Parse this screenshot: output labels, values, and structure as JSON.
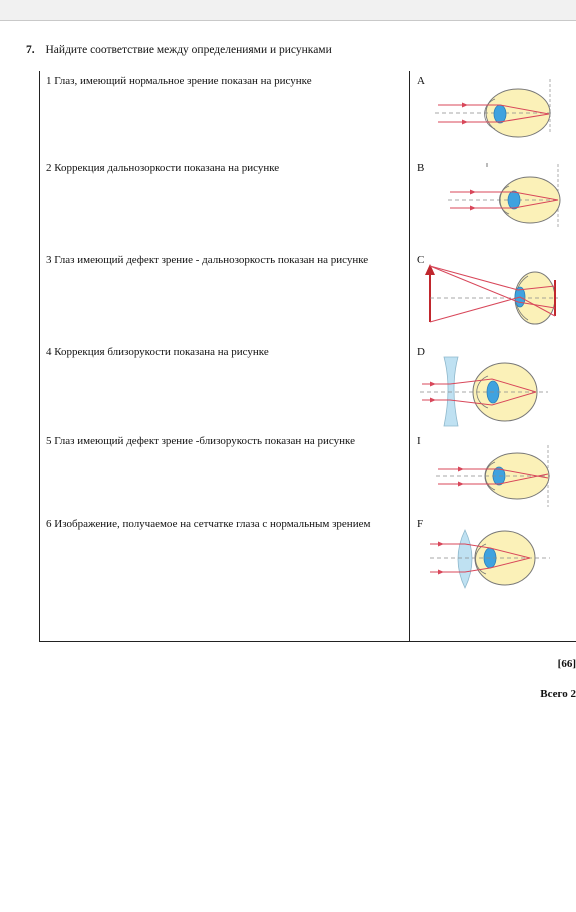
{
  "question": {
    "number": "7.",
    "text": "Найдите соответствие между определениями  и  рисунками"
  },
  "rows": [
    {
      "definition": "1 Глаз, имеющий нормальное зрение показан на рисунке",
      "letter": "A"
    },
    {
      "definition": "2 Коррекция дальнозоркости показана на рисунке",
      "letter": "B"
    },
    {
      "definition": "3 Глаз имеющий дефект зрение - дальнозоркость показан на рисунке",
      "letter": "C"
    },
    {
      "definition": "4  Коррекция близорукости показана на рисунке",
      "letter": "D"
    },
    {
      "definition": "5    Глаз имеющий дефект зрение -близорукость показан на рисунке",
      "letter": "I"
    },
    {
      "definition": "6 Изображение, получаемое на сетчатке глаза с нормальным зрением",
      "letter": "F"
    }
  ],
  "score": "[66]",
  "total": "Всего 2",
  "colors": {
    "eye_fill": "#fbf1b8",
    "lens": "#3fa2df",
    "ray": "#d8475a",
    "axis": "#8a8a8a",
    "lens_glass": "#bfe1f2"
  }
}
